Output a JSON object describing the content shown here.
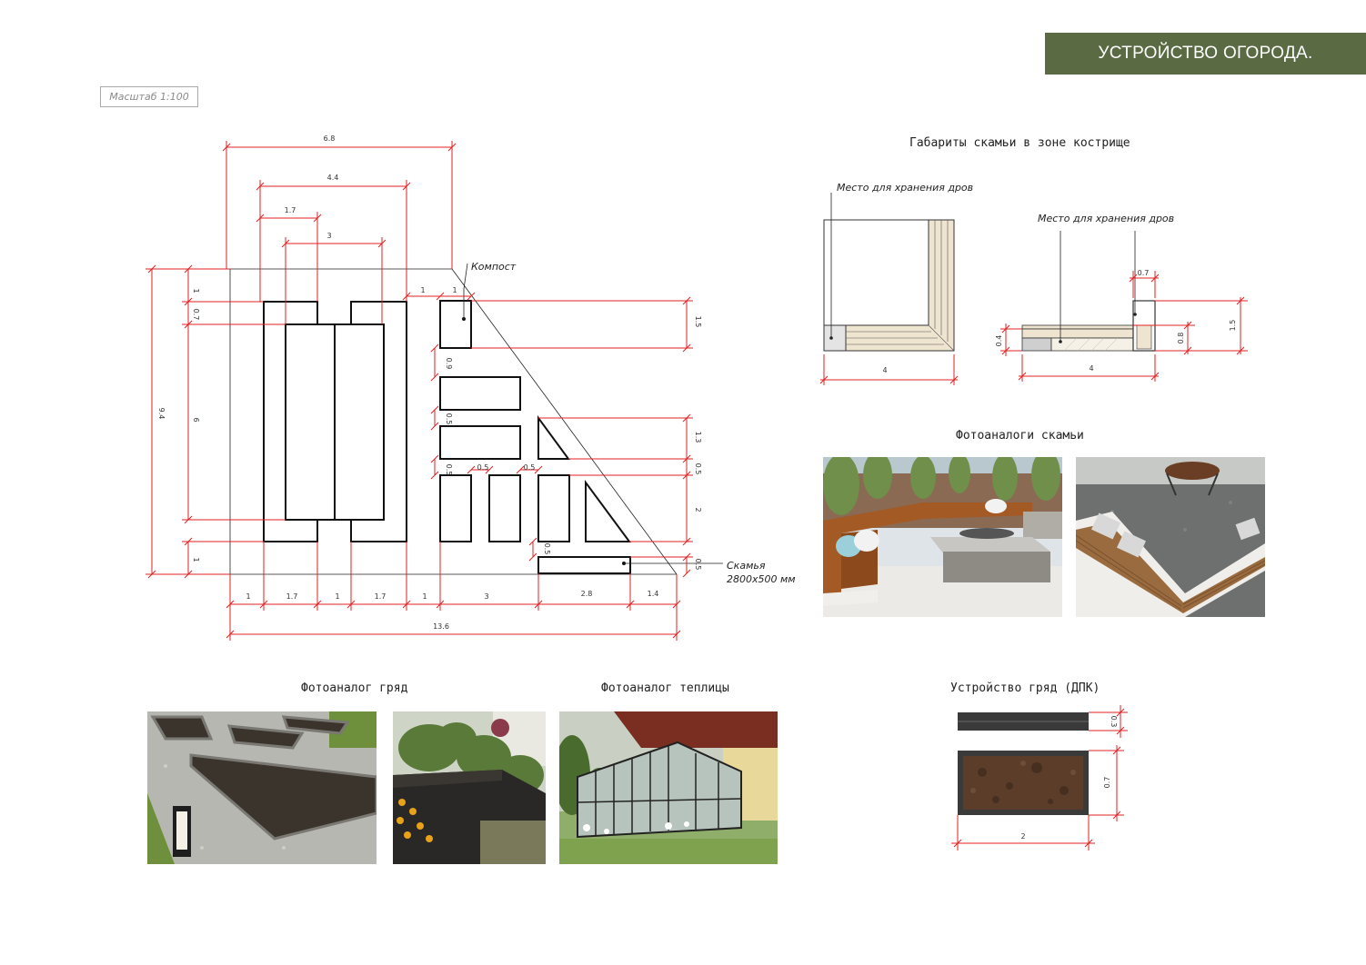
{
  "header": {
    "title": "УСТРОЙСТВО ОГОРОДА."
  },
  "scale": {
    "label": "Масштаб  1:100"
  },
  "plan": {
    "dims": {
      "top_68": "6.8",
      "top_44": "4.4",
      "top_17": "1.7",
      "top_3": "3",
      "left_94": "9.4",
      "left_1a": "1",
      "left_07": "0.7",
      "left_6": "6",
      "left_1b": "1",
      "mid_1a": "1",
      "mid_1b": "1",
      "mid_09": "0.9",
      "mid_05a": "0.5",
      "mid_05b": "0.5",
      "mid_05c": "0.5",
      "mid_05d": "0.5",
      "mid_05e": "0.5",
      "right_15": "1.5",
      "right_13": "1.3",
      "right_05a": "0.5",
      "right_2": "2",
      "right_05b": "0.5",
      "bot_1a": "1",
      "bot_17a": "1.7",
      "bot_1b": "1",
      "bot_17b": "1.7",
      "bot_1c": "1",
      "bot_3": "3",
      "bot_28": "2.8",
      "bot_14": "1.4",
      "bot_136": "13.6"
    },
    "labels": {
      "compost": "Компост",
      "bench_line1": "Скамья",
      "bench_line2": "2800x500 мм"
    }
  },
  "bench_section": {
    "title": "Габариты скамьи в зоне кострище",
    "storage_label_1": "Место для хранения дров",
    "storage_label_2": "Место для хранения дров",
    "plan_dim": "4",
    "section_dim_w": "4",
    "section_dim_07": "0.7",
    "section_dim_15": "1.5",
    "section_dim_08": "0.8",
    "section_dim_04": "0.4"
  },
  "bench_photos": {
    "title": "Фотоаналоги скамьи"
  },
  "beds_photos": {
    "title": "Фотоаналог гряд"
  },
  "greenhouse_photo": {
    "title": "Фотоаналог теплицы"
  },
  "beds_detail": {
    "title": "Устройство гряд (ДПК)",
    "dim_height": "0.3",
    "dim_depth": "0.7",
    "dim_width": "2"
  }
}
